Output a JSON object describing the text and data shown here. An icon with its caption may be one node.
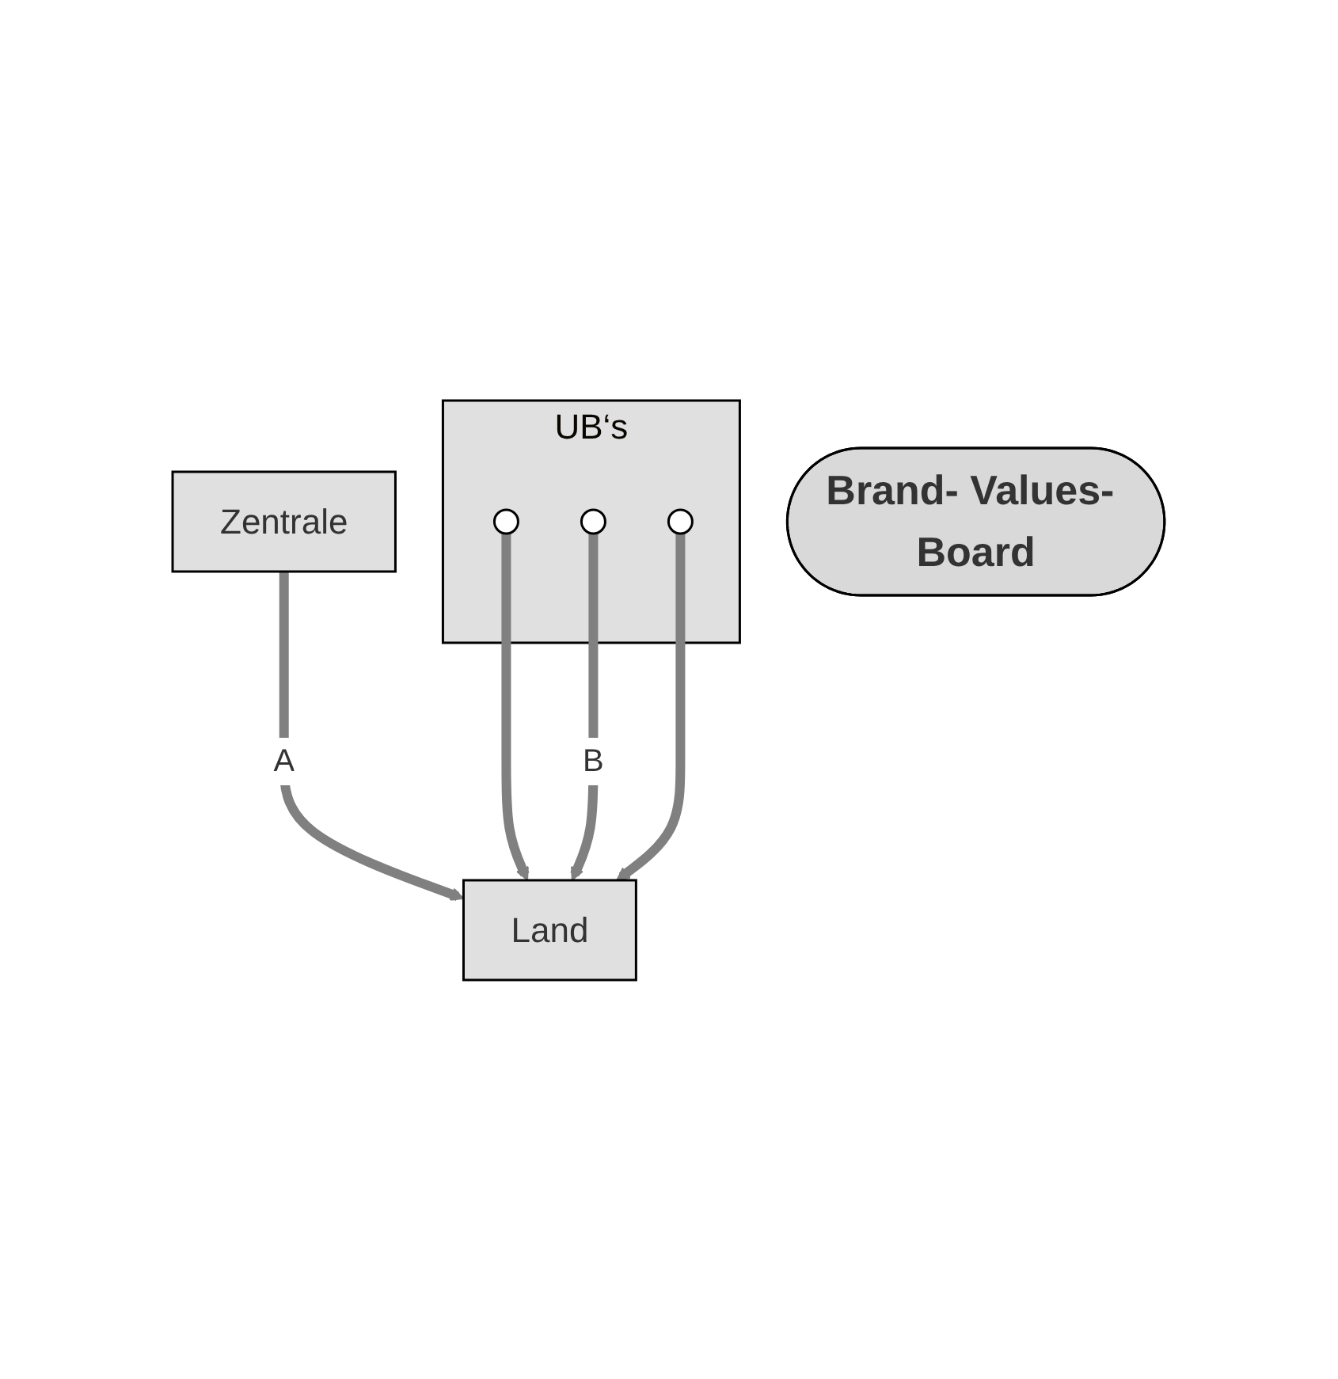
{
  "diagram": {
    "nodes": [
      {
        "text": [
          "Zentrale"
        ]
      },
      {
        "text": [
          "Brand- Values- Board"
        ]
      },
      {
        "text": [
          "UB‘s"
        ]
      },
      {
        "text": [],
        "shape": "circle",
        "in": 2
      },
      {
        "text": [],
        "shape": "circle",
        "in": 2
      },
      {
        "text": [],
        "shape": "circle",
        "in": 2
      },
      {
        "text": [
          "Land"
        ]
      }
    ],
    "edges": [
      {
        "from": 0,
        "to": 6,
        "arrow": "to",
        "label": "A"
      },
      {
        "from": 3,
        "to": 6,
        "arrow": "to"
      },
      {
        "from": 4,
        "to": 6,
        "arrow": "to",
        "label": "B"
      },
      {
        "from": 5,
        "to": 6,
        "arrow": "to"
      }
    ]
  }
}
